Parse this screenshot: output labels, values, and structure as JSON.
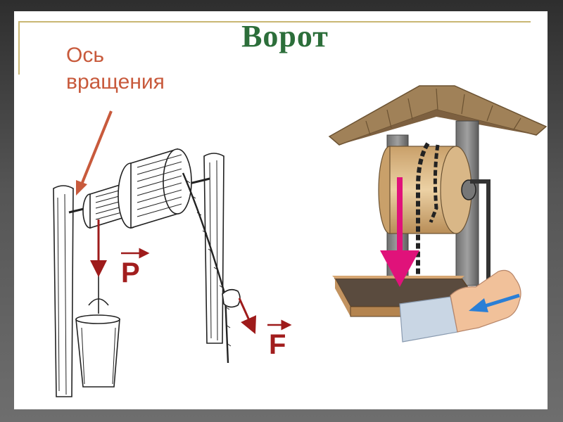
{
  "title": "Ворот",
  "axis_label": {
    "line1": "Ось",
    "line2": "вращения"
  },
  "vectors": {
    "p": "P",
    "f": "F"
  },
  "colors": {
    "title": "#2c6e3a",
    "axis_label": "#c85a3c",
    "force_arrow": "#9e1b1b",
    "pink_arrow": "#e0127a",
    "blue_arrow": "#2a7fd6",
    "roof": "#a08158",
    "drum": "#d9b787"
  }
}
